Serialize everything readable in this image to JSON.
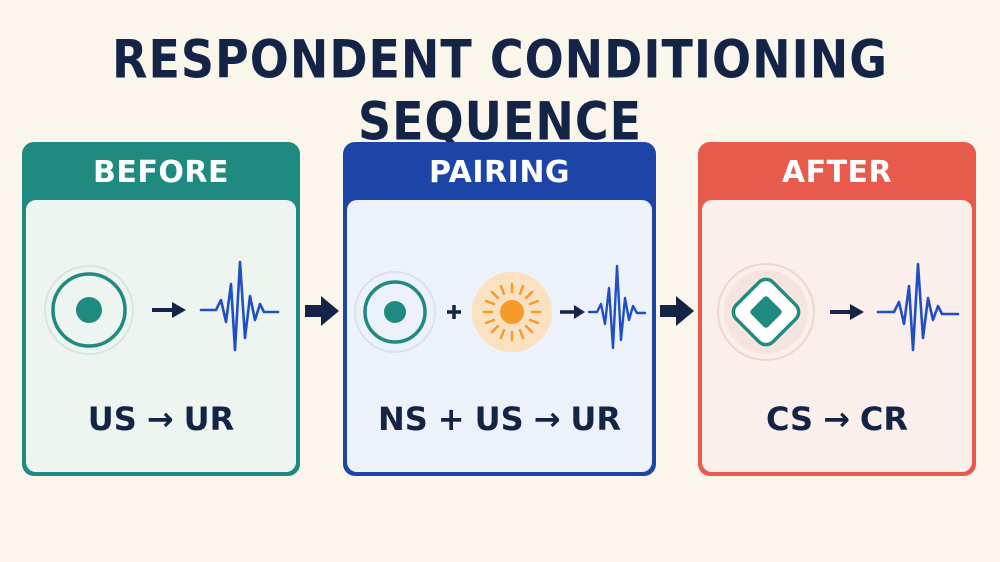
{
  "title": "RESPONDENT CONDITIONING SEQUENCE",
  "colors": {
    "background": "#fbf6ec",
    "title": "#142446",
    "before": "#1f8a7f",
    "pairing": "#1d45a7",
    "after": "#e85a4b",
    "wave": "#1f4fc2",
    "sun": "#f59a2b"
  },
  "panels": {
    "before": {
      "header": "BEFORE",
      "icons": [
        "target-circle-icon",
        "arrow-right-icon",
        "response-wave-icon"
      ],
      "formula": {
        "left": "US",
        "arrow": "→",
        "right": "UR"
      }
    },
    "pairing": {
      "header": "PAIRING",
      "icons": [
        "target-circle-icon",
        "plus-icon",
        "sun-icon",
        "arrow-right-icon",
        "response-wave-icon"
      ],
      "formula": {
        "a": "NS",
        "plus": "+",
        "b": "US",
        "arrow": "→",
        "right": "UR"
      }
    },
    "after": {
      "header": "AFTER",
      "icons": [
        "diamond-badge-icon",
        "arrow-right-icon",
        "response-wave-icon"
      ],
      "formula": {
        "left": "CS",
        "arrow": "→",
        "right": "CR"
      }
    }
  }
}
